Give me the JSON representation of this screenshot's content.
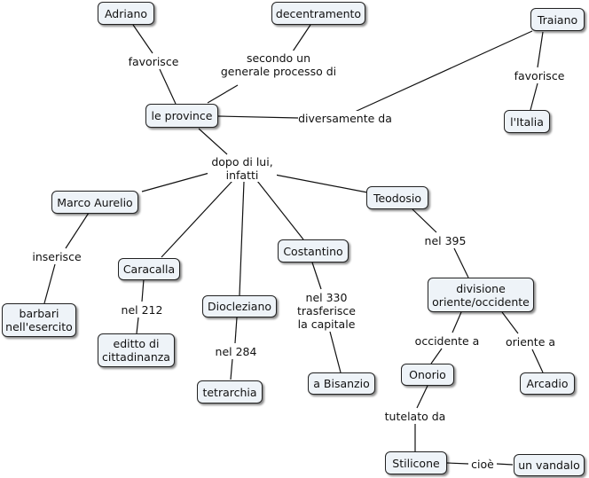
{
  "nodes": {
    "adriano": "Adriano",
    "decentramento": "decentramento",
    "traiano": "Traiano",
    "le_province": "le province",
    "italia": "l'Italia",
    "marco_aurelio": "Marco Aurelio",
    "teodosio": "Teodosio",
    "caracalla": "Caracalla",
    "costantino": "Costantino",
    "barbari": "barbari\nnell'esercito",
    "diocleziano": "Diocleziano",
    "divisione": "divisione\noriente/occidente",
    "editto": "editto di\ncittadinanza",
    "tetrarchia": "tetrarchia",
    "bisanzio": "a Bisanzio",
    "onorio": "Onorio",
    "arcadio": "Arcadio",
    "stilicone": "Stilicone",
    "vandalo": "un vandalo"
  },
  "links": {
    "favorisce_1": "favorisce",
    "secondo": "secondo un\ngenerale processo di",
    "favorisce_2": "favorisce",
    "diversamente": "diversamente da",
    "dopo": "dopo di lui,\ninfatti",
    "inserisce": "inserisce",
    "nel395": "nel 395",
    "nel212": "nel 212",
    "nel330": "nel 330\ntrasferisce\nla capitale",
    "nel284": "nel 284",
    "occidente": "occidente a",
    "oriente": "oriente a",
    "tutelato": "tutelato da",
    "cioe": "cioè"
  }
}
